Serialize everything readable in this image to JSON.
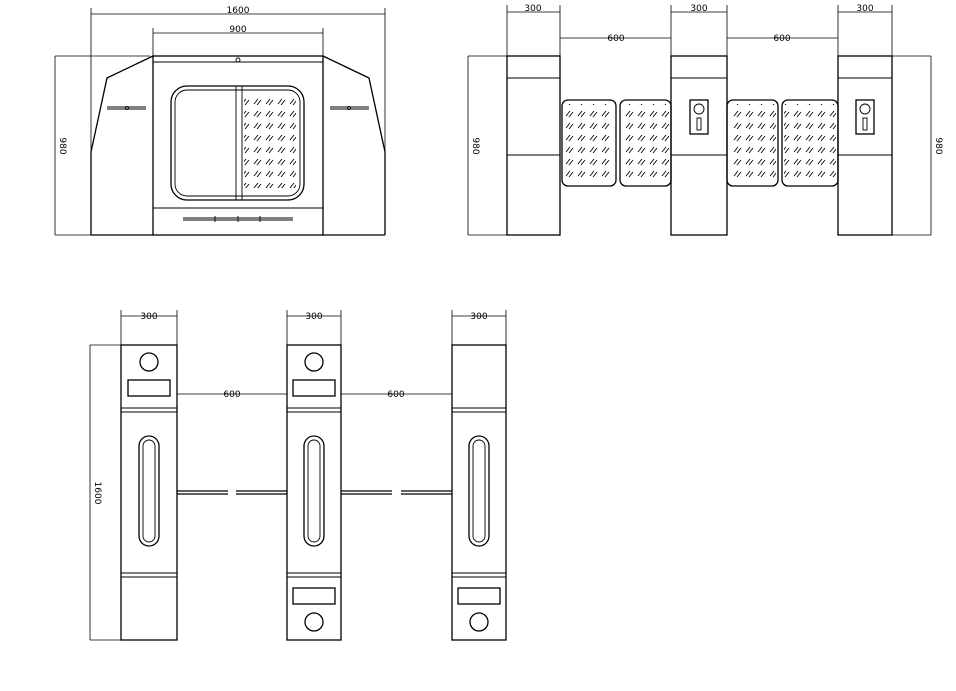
{
  "dimensions": {
    "front_total_width": "1600",
    "front_cabinet_width": "900",
    "front_height": "980",
    "top_post_width": "300",
    "top_gap": "600",
    "top_height": "980",
    "bottom_post_width": "300",
    "bottom_gap": "600",
    "bottom_length": "1600"
  },
  "colors": {
    "line": "#000000",
    "background": "#ffffff"
  }
}
